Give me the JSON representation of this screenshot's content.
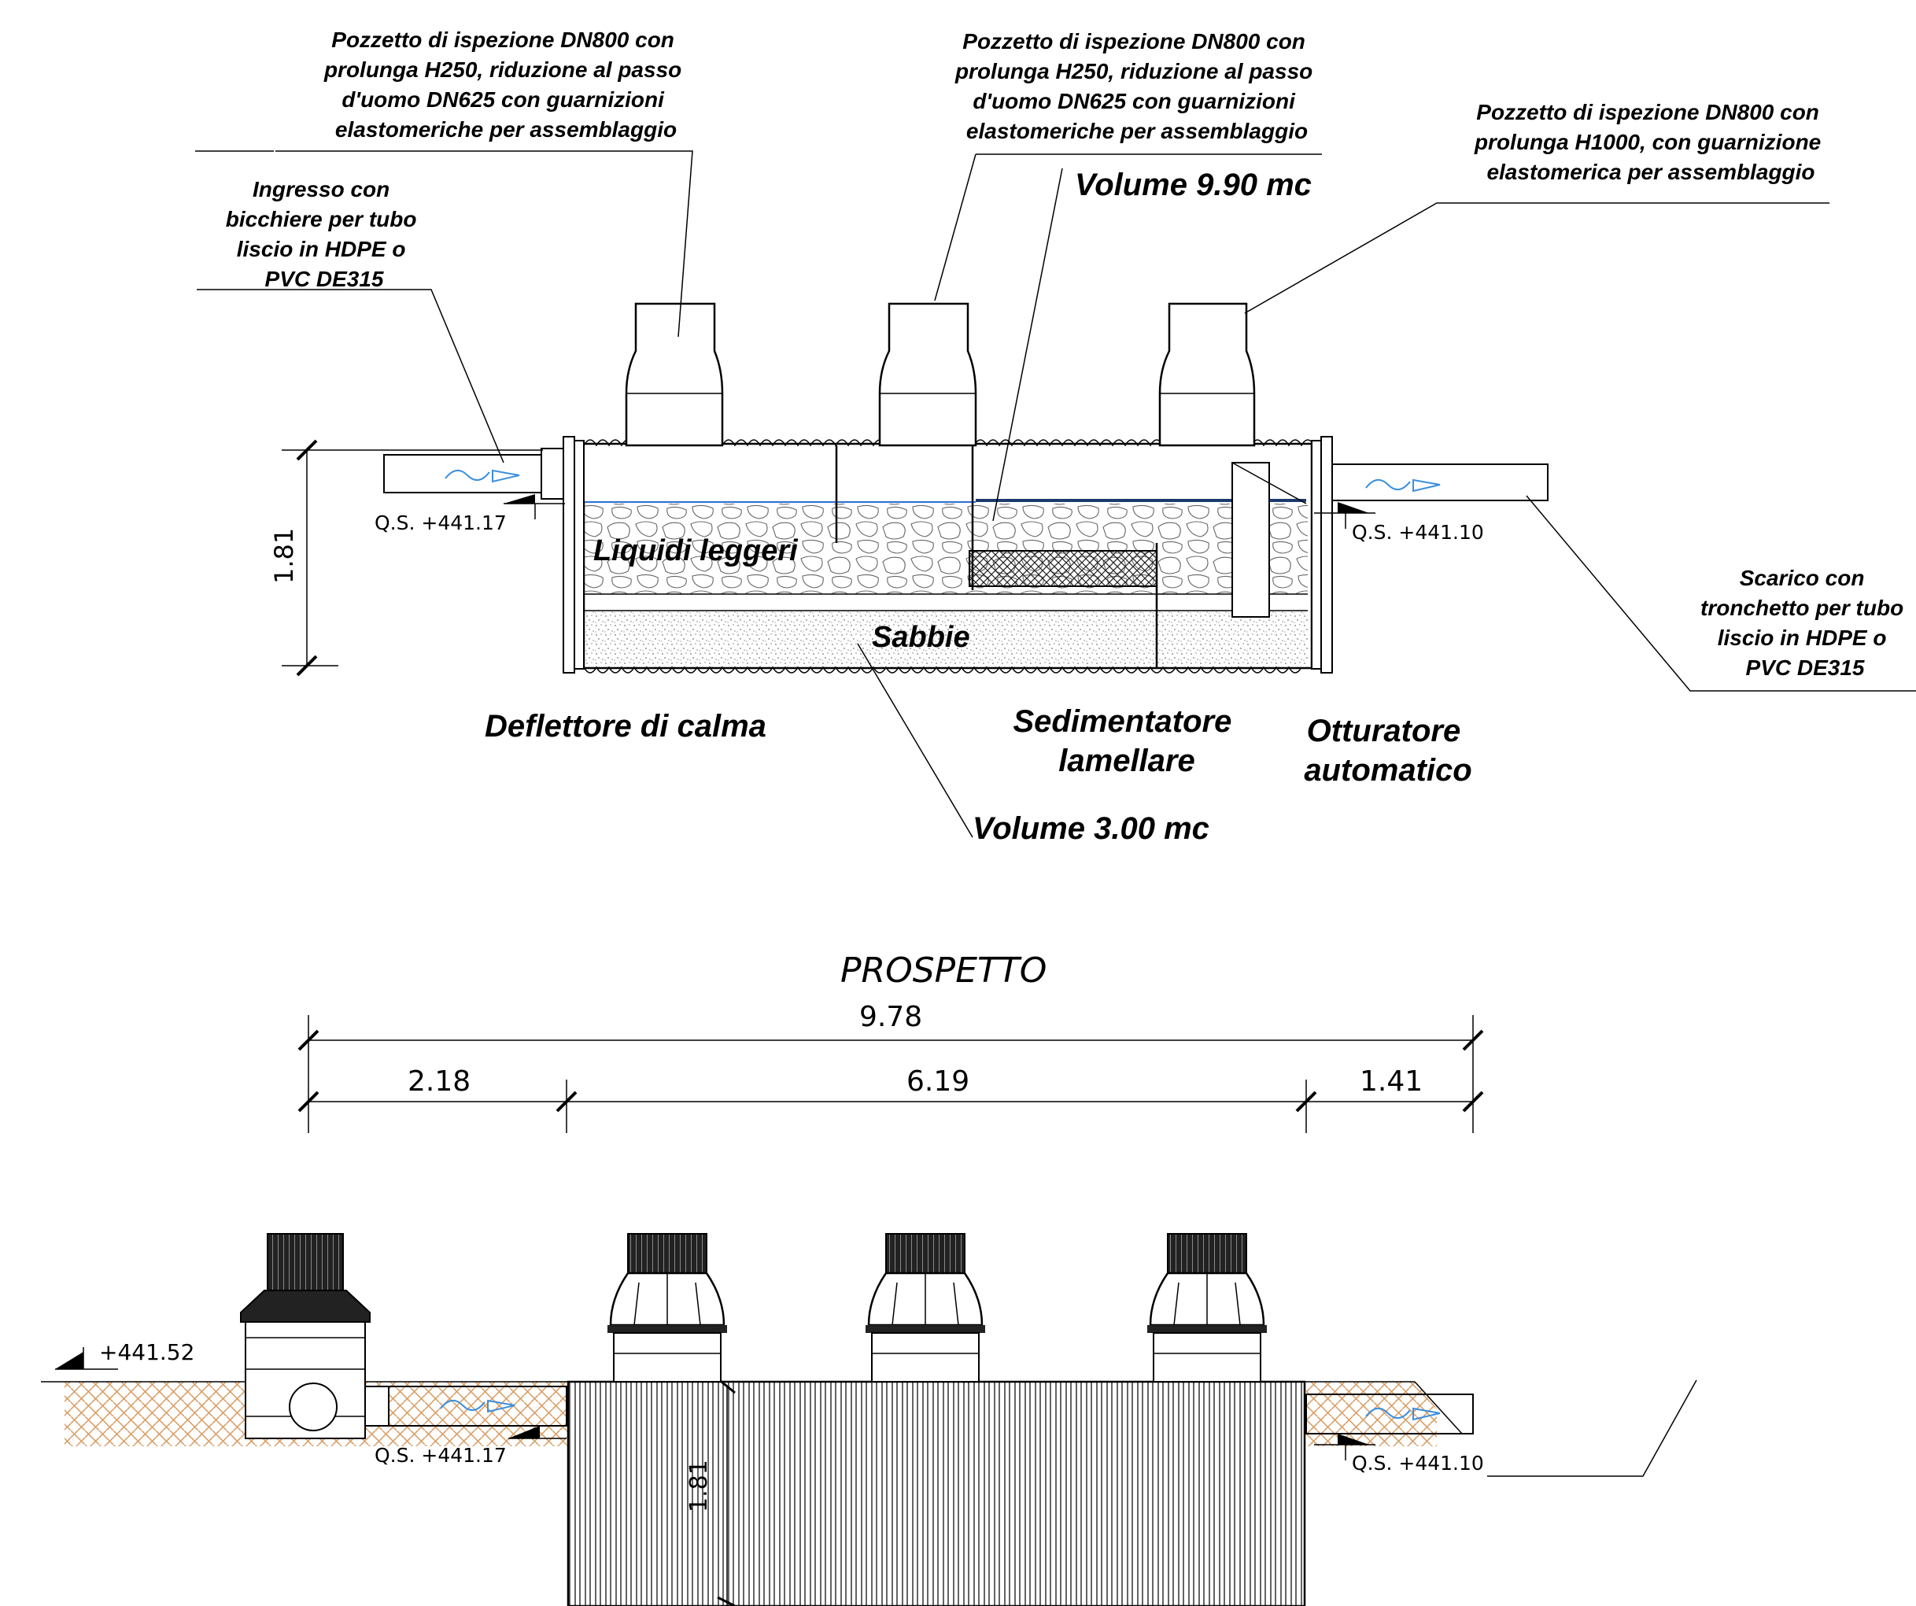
{
  "labels": {
    "riser1": [
      "Pozzetto di ispezione DN800 con",
      "prolunga H250, riduzione al passo",
      "d'uomo DN625 con guarnizioni",
      "elastomeriche per assemblaggio"
    ],
    "riser2": [
      "Pozzetto di ispezione DN800 con",
      "prolunga H250, riduzione al passo",
      "d'uomo DN625 con guarnizioni",
      "elastomeriche per assemblaggio"
    ],
    "riser3": [
      "Pozzetto di ispezione DN800 con",
      "prolunga H1000,  con guarnizione",
      "elastomerica per assemblaggio"
    ],
    "inlet": [
      "Ingresso con",
      "bicchiere per tubo",
      "liscio in HDPE o",
      "PVC DE315"
    ],
    "outlet": [
      "Scarico con",
      "tronchetto per tubo",
      "liscio in HDPE o",
      "PVC DE315"
    ],
    "volume_top": "Volume 9.90 mc",
    "volume_bottom": "Volume 3.00 mc",
    "light_liquids": "Liquidi leggeri",
    "sands": "Sabbie",
    "baffle": "Deflettore di calma",
    "sediment": [
      "Sedimentatore",
      "lamellare"
    ],
    "shutter": [
      "Otturatore",
      "automatico"
    ]
  },
  "section": {
    "height_dim": "1.81",
    "qs_in": "Q.S.  +441.17",
    "qs_out": "Q.S.  +441.10"
  },
  "elevation": {
    "title": "PROSPETTO",
    "total": "9.78",
    "part_a": "2.18",
    "part_b": "6.19",
    "part_c": "1.41",
    "ground": "+441.52",
    "qs_in": "Q.S.  +441.17",
    "qs_out": "Q.S.  +441.10",
    "height_dim": "1.81"
  },
  "colors": {
    "water_line": "#2a6fd6",
    "flow_arrow": "#3b8fe0",
    "soil": "#d9a06a",
    "line": "#000000"
  }
}
